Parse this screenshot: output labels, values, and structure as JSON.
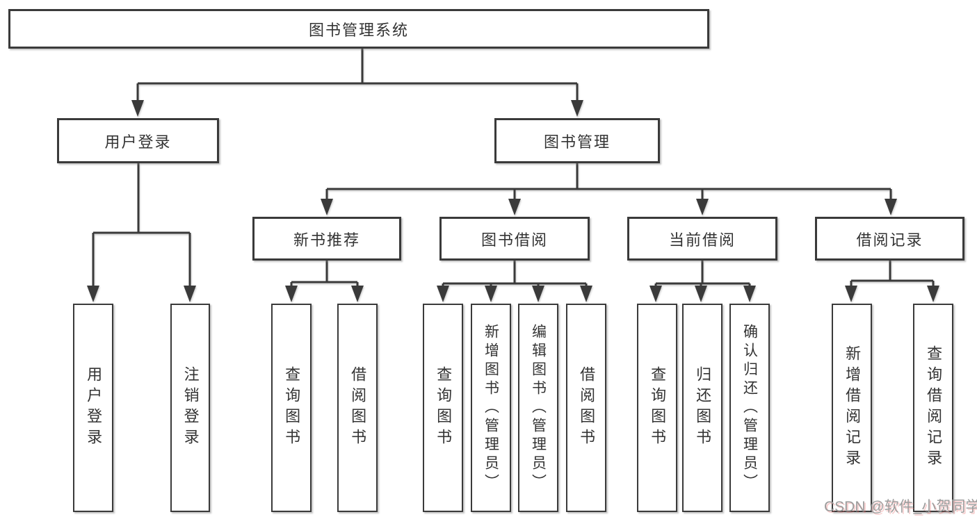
{
  "diagram": {
    "root": {
      "label": "图书管理系统",
      "children": [
        {
          "label": "用户登录",
          "children": [
            {
              "label": "用户登录"
            },
            {
              "label": "注销登录"
            }
          ]
        },
        {
          "label": "图书管理",
          "children": [
            {
              "label": "新书推荐",
              "children": [
                {
                  "label": "查询图书"
                },
                {
                  "label": "借阅图书"
                }
              ]
            },
            {
              "label": "图书借阅",
              "children": [
                {
                  "label": "查询图书"
                },
                {
                  "label": "新增图书（管理员）"
                },
                {
                  "label": "编辑图书（管理员）"
                },
                {
                  "label": "借阅图书"
                }
              ]
            },
            {
              "label": "当前借阅",
              "children": [
                {
                  "label": "查询图书"
                },
                {
                  "label": "归还图书"
                },
                {
                  "label": "确认归还（管理员）"
                }
              ]
            },
            {
              "label": "借阅记录",
              "children": [
                {
                  "label": "新增借阅记录"
                },
                {
                  "label": "查询借阅记录"
                }
              ]
            }
          ]
        }
      ]
    },
    "watermark": "CSDN @软件_小贺同学",
    "colors": {
      "line": "#3a3a3a",
      "text": "#333333",
      "background": "#ffffff",
      "watermark": "#9c9c9c"
    }
  }
}
